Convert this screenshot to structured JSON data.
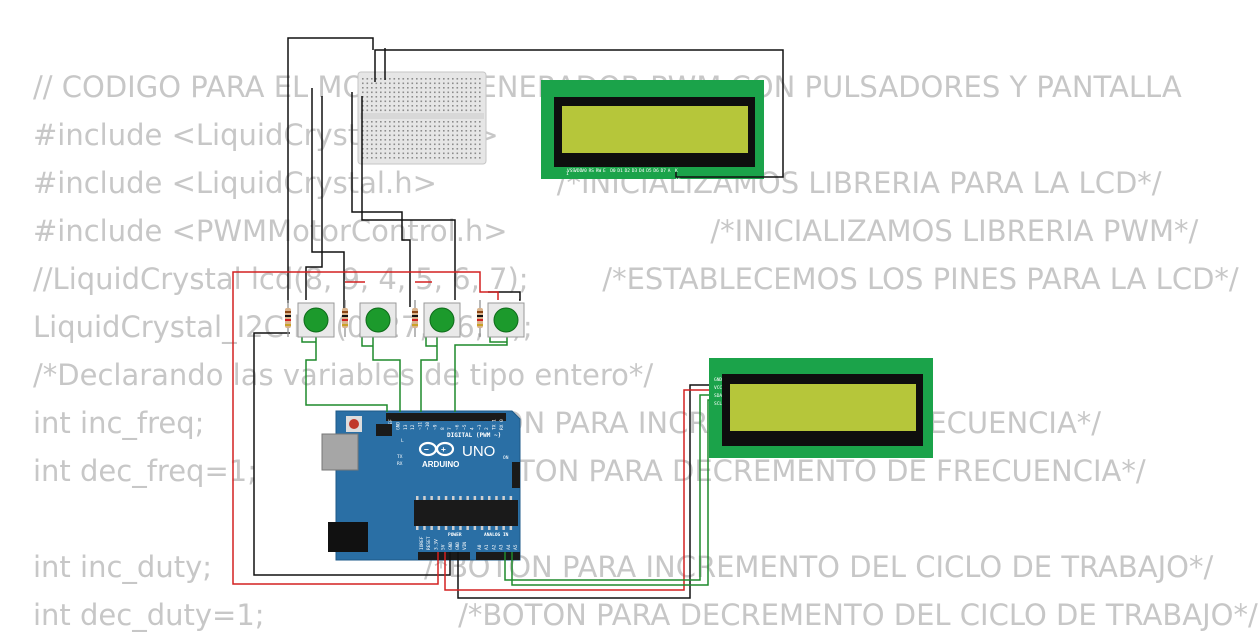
{
  "code_lines": [
    "// CODIGO PARA EL MODULO GENERADOR PWM CON PULSADORES Y PANTALLA",
    "#include <LiquidCrystal_I2C.h>",
    "#include <LiquidCrystal.h>             /*INICIALIZAMOS LIBRERIA PARA LA LCD*/",
    "#include <PWMMotorControl.h>                      /*INICIALIZAMOS LIBRERIA PWM*/",
    "//LiquidCrystal lcd(8, 9, 4, 5, 6, 7);        /*ESTABLECEMOS LOS PINES PARA LA LCD*/",
    "LiquidCrystal_I2C lcd(0x27, 16, 2);",
    "/*Declarando las variables de tipo entero*/",
    "int inc_freq;                       /*BOTON PARA INCREMENTO DE FRECUENCIA*/",
    "int dec_freq=1;                     /*BOTON PARA DECREMENTO DE FRECUENCIA*/",
    "",
    "int inc_duty;                       /*BOTON PARA INCREMENTO DEL CICLO DE TRABAJO*/",
    "int dec_duty=1;                     /*BOTON PARA DECREMENTO DEL CICLO DE TRABAJO*/"
  ],
  "arduino": {
    "brand": "ARDUINO",
    "model": "UNO",
    "digital_label": "DIGITAL (PWM ~)",
    "power_label": "POWER",
    "analog_label": "ANALOG IN",
    "pin_labels": [
      "AREF",
      "GND",
      "13",
      "12",
      "~11",
      "~10",
      "~9",
      "8",
      "7",
      "~6",
      "~5",
      "4",
      "~3",
      "2",
      "TX 1",
      "RX 0"
    ],
    "led_labels": [
      "L",
      "TX",
      "RX",
      "ON"
    ],
    "power_pins": [
      "IOREF",
      "RESET",
      "3.3V",
      "5V",
      "GND",
      "GND",
      "VIN"
    ],
    "analog_pins": [
      "A0",
      "A1",
      "A2",
      "A3",
      "A4",
      "A5"
    ]
  },
  "lcd_parallel": {
    "pin_labels": [
      "VSS",
      "VDD",
      "V0",
      "RS",
      "RW",
      "E",
      "D0",
      "D1",
      "D2",
      "D3",
      "D4",
      "D5",
      "D6",
      "D7",
      "A",
      "K"
    ],
    "pin_numbers": [
      "1",
      "16"
    ]
  },
  "lcd_i2c": {
    "pin_labels": [
      "GND",
      "VCC",
      "SDA",
      "SCL"
    ]
  },
  "wire_colors": {
    "black": "#111111",
    "red": "#d42020",
    "green": "#1f8a2c",
    "board": "#2a6fa5",
    "lcd_frame": "#1ba34a",
    "lcd_screen": "#b6c63a"
  },
  "icons": [
    "arduino-infinity-icon",
    "pushbutton-icon",
    "resistor-icon",
    "breadboard-icon"
  ]
}
